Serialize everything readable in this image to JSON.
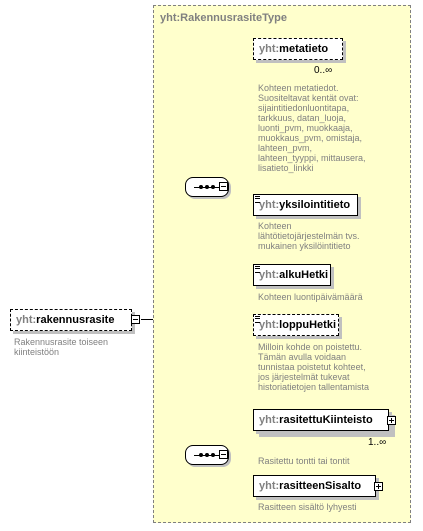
{
  "type_name": "yht:RakennusrasiteType",
  "root": {
    "ns": "yht:",
    "name": "rakennusrasite",
    "description": "Rakennusrasite toiseen\nkiinteistöön"
  },
  "elements": [
    {
      "ns": "yht:",
      "name": "metatieto",
      "cardinality": "0..∞",
      "description": "Kohteen metatiedot.\nSuositeltavat kentät ovat:\nsijaintitiedonluontitapa,\ntarkkuus, datan_luoja,\nluonti_pvm, muokkaaja,\nmuokkaus_pvm, omistaja,\nlahteen_pvm,\nlahteen_tyyppi, mittausera,\nlisatieto_linkki"
    },
    {
      "ns": "yht:",
      "name": "yksilointitieto",
      "description": "Kohteen\nlähtötietojärjestelmän  tvs.\nmukainen yksilöintitieto"
    },
    {
      "ns": "yht:",
      "name": "alkuHetki",
      "description": "Kohteen luontipäivämäärä"
    },
    {
      "ns": "yht:",
      "name": "loppuHetki",
      "description": "Milloin kohde on poistettu.\nTämän avulla voidaan\ntunnistaa poistetut kohteet,\njos järjestelmät tukevat\nhistoriatietojen tallentamista"
    },
    {
      "ns": "yht:",
      "name": "rasitettuKiinteisto",
      "cardinality": "1..∞",
      "description": "Rasitettu tontti tai tontit"
    },
    {
      "ns": "yht:",
      "name": "rasitteenSisalto",
      "description": "Rasitteen sisältö lyhyesti"
    }
  ]
}
